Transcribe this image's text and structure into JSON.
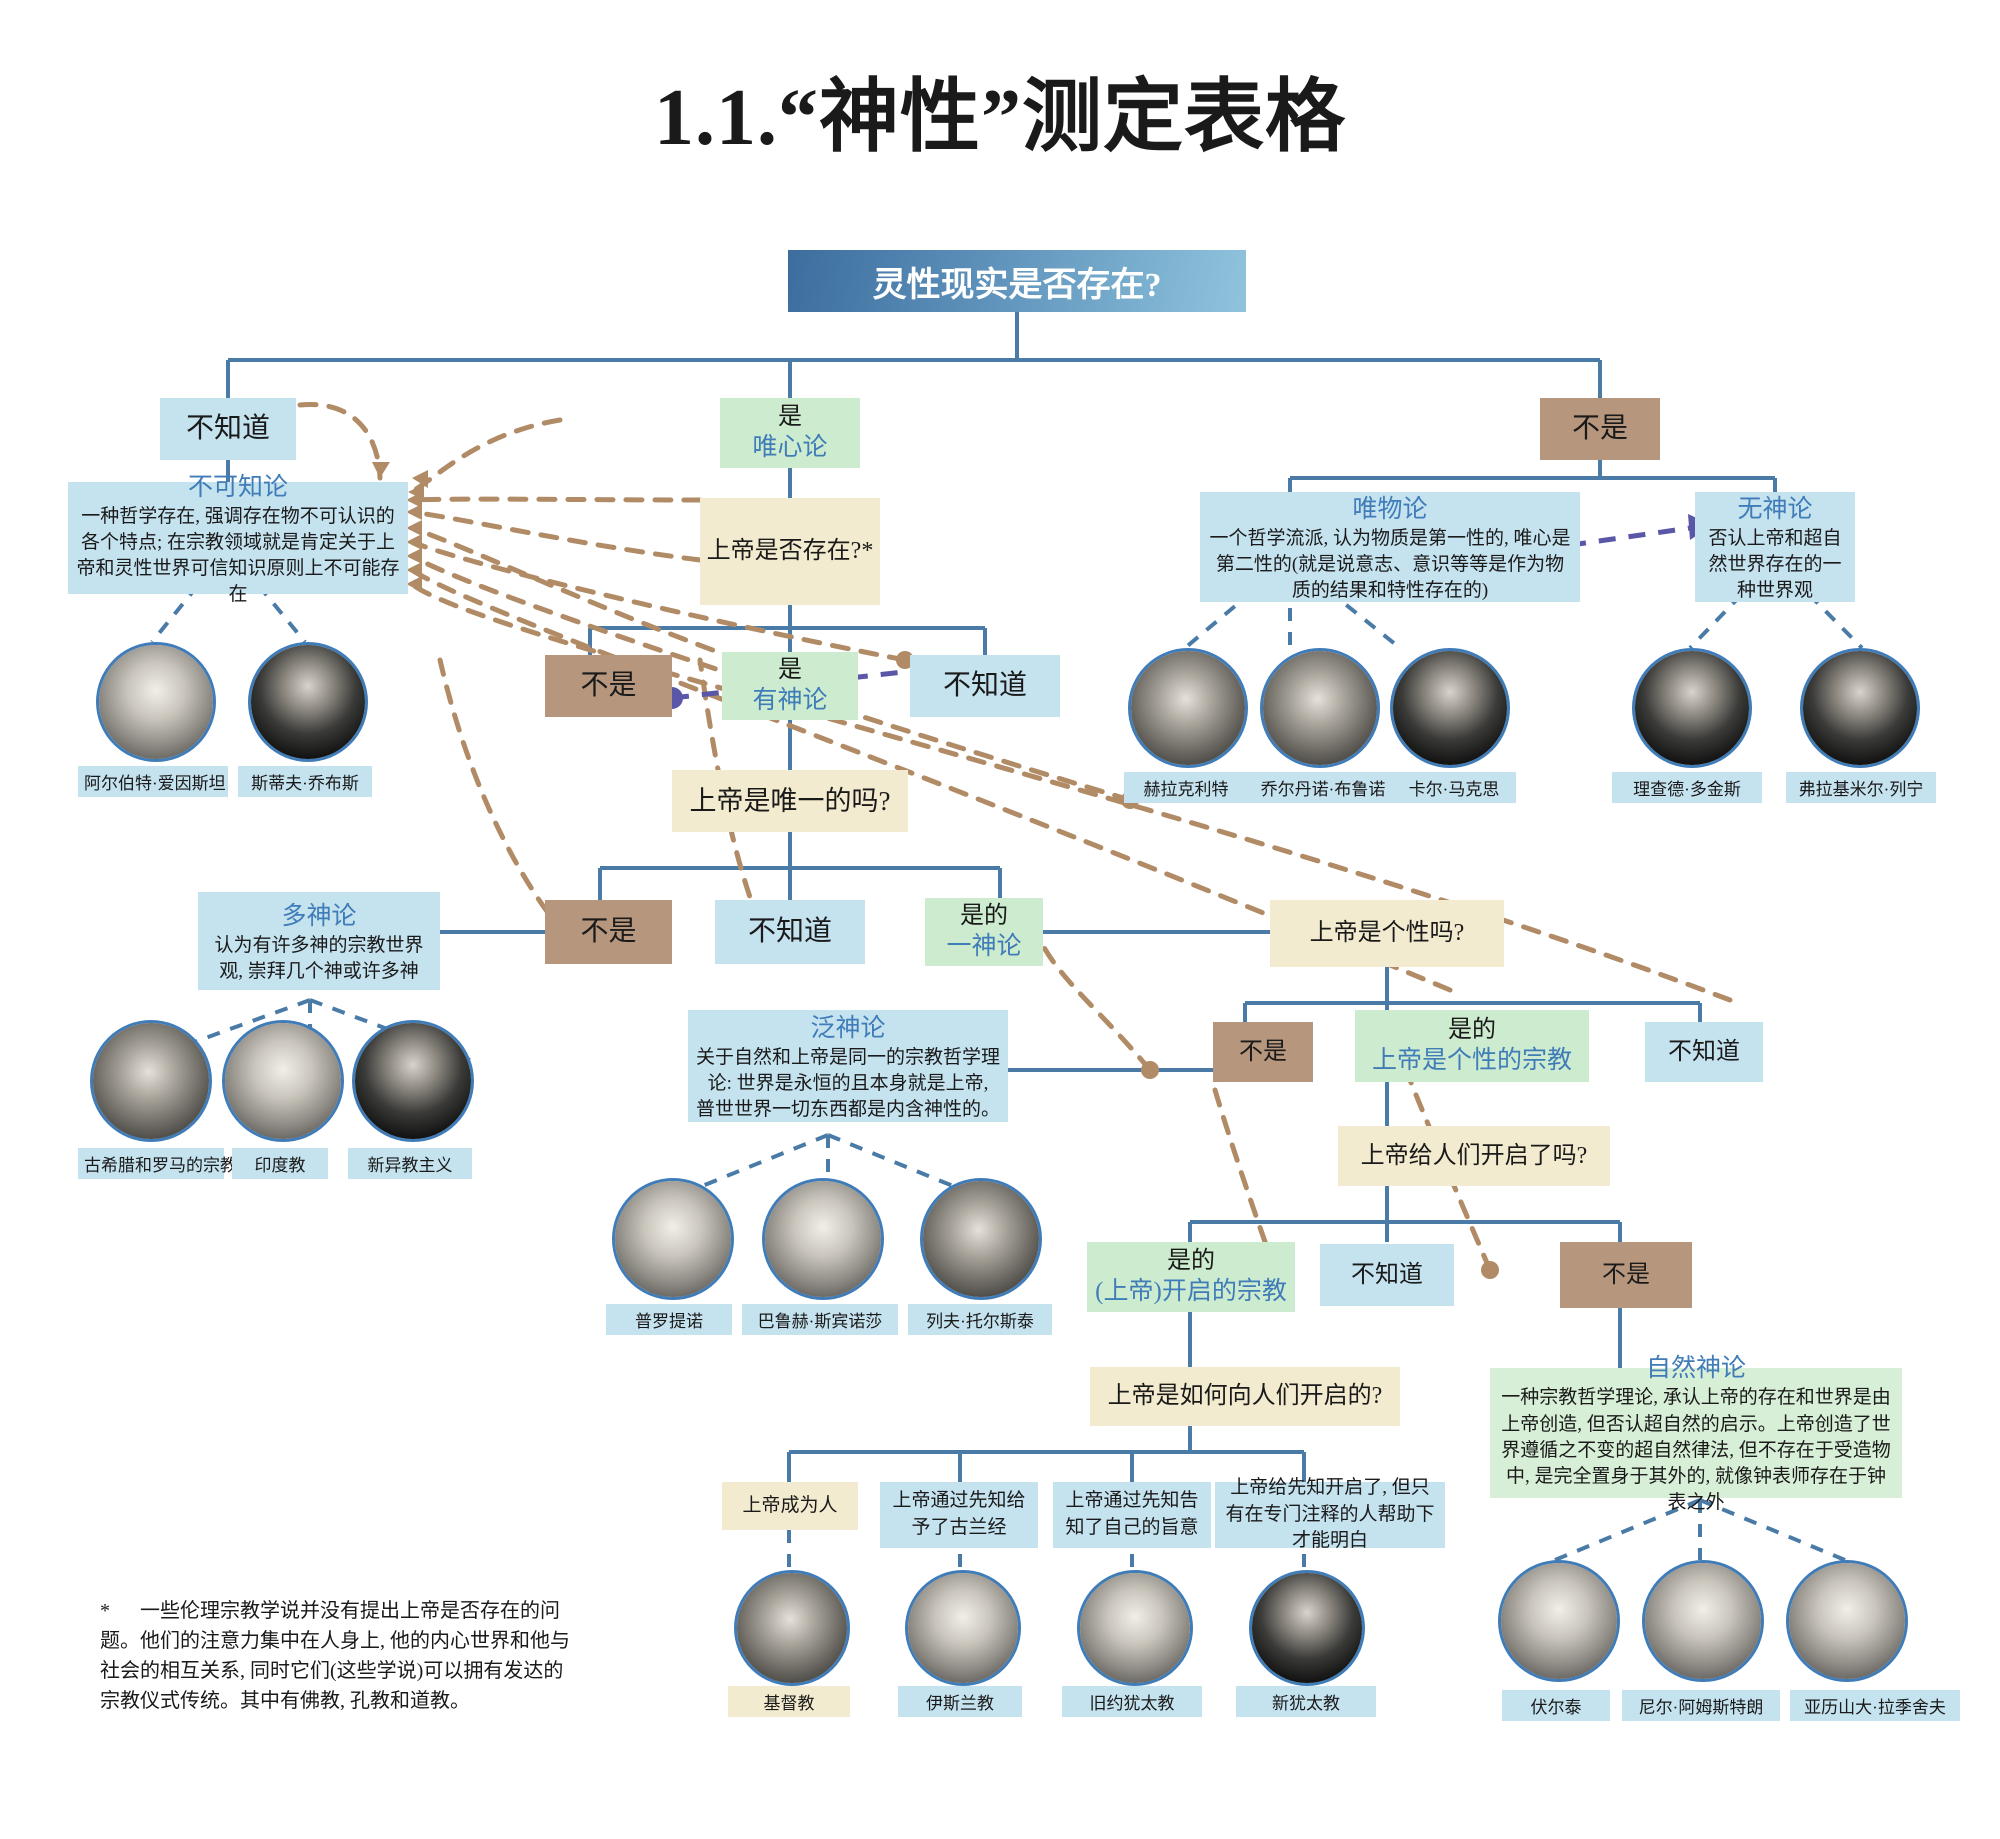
{
  "page": {
    "title": "1.1.“神性”测定表格"
  },
  "root": {
    "label": "灵性现实是否存在?"
  },
  "nodes": {
    "dont_know_top": "不知道",
    "agnosticism_title": "不可知论",
    "agnosticism_desc": "一种哲学存在, 强调存在物不可认识的各个特点; 在宗教领域就是肯定关于上帝和灵性世界可信知识原则上不可能存在",
    "yes_idealism_a": "是",
    "yes_idealism_b": "唯心论",
    "god_exists_q": "上帝是否存在?*",
    "no_top_right": "不是",
    "materialism_title": "唯物论",
    "materialism_desc": "一个哲学流派, 认为物质是第一性的, 唯心是第二性的(就是说意志、意识等等是作为物质的结果和特性存在的)",
    "atheism_title": "无神论",
    "atheism_desc": "否认上帝和超自然世界存在的一种世界观",
    "no_theism": "不是",
    "yes_theism_a": "是",
    "yes_theism_b": "有神论",
    "dont_know_theism": "不知道",
    "god_unique_q": "上帝是唯一的吗?",
    "no_poly": "不是",
    "dont_know_poly": "不知道",
    "yes_mono_a": "是的",
    "yes_mono_b": "一神论",
    "polytheism_title": "多神论",
    "polytheism_desc": "认为有许多神的宗教世界观, 崇拜几个神或许多神",
    "god_personal_q": "上帝是个性吗?",
    "no_pantheism": "不是",
    "yes_personal_a": "是的",
    "yes_personal_b": "上帝是个性的宗教",
    "dont_know_personal": "不知道",
    "pantheism_title": "泛神论",
    "pantheism_desc": "关于自然和上帝是同一的宗教哲学理论: 世界是永恒的且本身就是上帝, 普世世界一切东西都是内含神性的。",
    "god_revealed_q": "上帝给人们开启了吗?",
    "yes_revealed_a": "是的",
    "yes_revealed_b": "(上帝)开启的宗教",
    "dont_know_revealed": "不知道",
    "no_revealed": "不是",
    "how_revealed_q": "上帝是如何向人们开启的?",
    "deism_title": "自然神论",
    "deism_desc": "一种宗教哲学理论, 承认上帝的存在和世界是由上帝创造, 但否认超自然的启示。上帝创造了世界遵循之不变的超自然律法, 但不存在于受造物中, 是完全置身于其外的, 就像钟表师存在于钟表之外",
    "rev_1": "上帝成为人",
    "rev_2": "上帝通过先知给予了古兰经",
    "rev_3": "上帝通过先知告知了自己的旨意",
    "rev_4": "上帝给先知开启了, 但只有在专门注释的人帮助下才能明白"
  },
  "portraits": {
    "agnostic": [
      {
        "caption": "阿尔伯特·爱因斯坦"
      },
      {
        "caption": "斯蒂夫·乔布斯"
      }
    ],
    "materialist": [
      {
        "caption": "赫拉克利特"
      },
      {
        "caption": "乔尔丹诺·布鲁诺"
      },
      {
        "caption": "卡尔·马克思"
      }
    ],
    "atheist": [
      {
        "caption": "理查德·多金斯"
      },
      {
        "caption": "弗拉基米尔·列宁"
      }
    ],
    "polytheist": [
      {
        "caption": "古希腊和罗马的宗教"
      },
      {
        "caption": "印度教"
      },
      {
        "caption": "新异教主义"
      }
    ],
    "pantheist": [
      {
        "caption": "普罗提诺"
      },
      {
        "caption": "巴鲁赫·斯宾诺莎"
      },
      {
        "caption": "列夫·托尔斯泰"
      }
    ],
    "revealed": [
      {
        "caption": "基督教"
      },
      {
        "caption": "伊斯兰教"
      },
      {
        "caption": "旧约犹太教"
      },
      {
        "caption": "新犹太教"
      }
    ],
    "deist": [
      {
        "caption": "伏尔泰"
      },
      {
        "caption": "尼尔·阿姆斯特朗"
      },
      {
        "caption": "亚历山大·拉季舍夫"
      }
    ]
  },
  "footnote": {
    "marker": "*",
    "text": "一些伦理宗教学说并没有提出上帝是否存在的问题。他们的注意力集中在人身上, 他的内心世界和他与社会的相互关系, 同时它们(这些学说)可以拥有发达的宗教仪式传统。其中有佛教, 孔教和道教。"
  },
  "colors": {
    "connector": "#4a7ba7",
    "dashed_brown": "#b08b66",
    "dashed_purple": "#5a57a8",
    "node_blue": "#c5e2ef",
    "node_green": "#cdeccf",
    "node_cream": "#f3ebcf",
    "node_brown": "#b6977d",
    "title_accent": "#3f7cb8"
  }
}
